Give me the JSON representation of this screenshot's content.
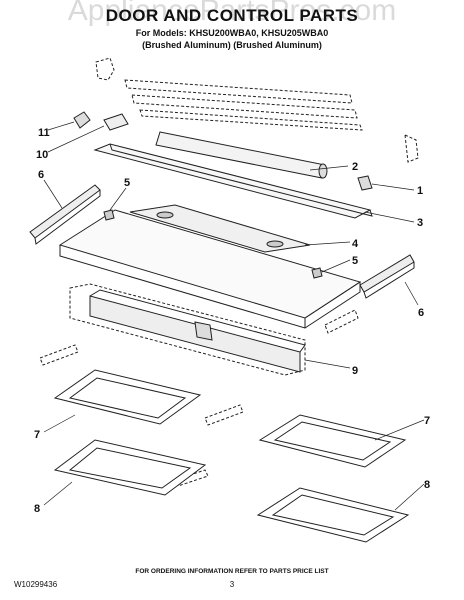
{
  "watermark": "AppliancePartsPros.com",
  "title": "DOOR AND CONTROL PARTS",
  "subtitle_models": "For Models: KHSU200WBA0, KHSU205WBA0",
  "subtitle_finish": "(Brushed Aluminum) (Brushed Aluminum)",
  "callouts": [
    "1",
    "2",
    "3",
    "4",
    "5",
    "5",
    "6",
    "6",
    "7",
    "7",
    "8",
    "8",
    "9",
    "10",
    "11"
  ],
  "footer_note": "FOR ORDERING INFORMATION REFER TO PARTS PRICE LIST",
  "doc_number": "W10299436",
  "page_number": "3"
}
